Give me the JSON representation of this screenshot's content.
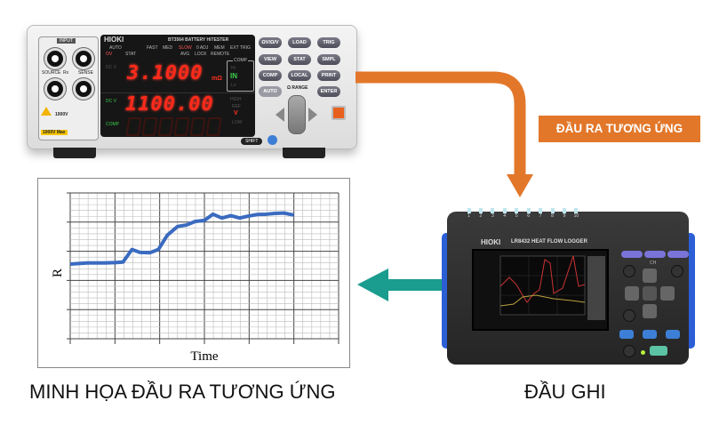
{
  "tester": {
    "brand": "HIOKI",
    "model": "BT3564 BATTERY HiTESTER",
    "input_label": "INPUT",
    "source_label": "SOURCE",
    "sense_label": "SENSE",
    "rx_label": "Rx",
    "h_label": "H",
    "l_label": "L",
    "max_label": "1000V Max",
    "voltage_label": "1000V",
    "indicators": [
      "AUTO",
      "FAST",
      "MED",
      "SLOW",
      "0 ADJ",
      "MEM",
      "EXT TRIG",
      "OV",
      "STAT",
      "AVG",
      "LOCK",
      "REMOTE"
    ],
    "primary_unit_label": "DC V",
    "primary_reading": "3.1000",
    "primary_unit": "mΩ",
    "secondary_unit_label": "DC V",
    "secondary_reading": "1100.00",
    "secondary_unit": "V",
    "comp_label": "COMP",
    "comp_hi": "Hi",
    "comp_in": "IN",
    "comp_lo": "Lo",
    "high_label": "HIGH",
    "ref_label": "REF",
    "low_label": "LOW",
    "keys": [
      "ΩV/Ω/V",
      "LOAD",
      "TRIG",
      "VIEW",
      "STAT",
      "SMPL",
      "COMP",
      "LOCAL",
      "PRINT",
      "AUTO",
      "ENTER"
    ],
    "range_label": "Ω RANGE",
    "shift_label": "SHIFT"
  },
  "logger": {
    "brand": "HIOKI",
    "model": "LR8432 HEAT FLOW LOGGER",
    "channels": [
      "1",
      "2",
      "3",
      "4",
      "5",
      "6",
      "7",
      "8",
      "9",
      "10"
    ],
    "ch_label": "CH"
  },
  "arrows": {
    "output_color": "#e2772a",
    "display_color": "#1a9c8e"
  },
  "tag": {
    "text": "ĐẦU RA TƯƠNG ỨNG",
    "color": "#e2772a"
  },
  "captions": {
    "chart": "MINH HỌA ĐẦU RA TƯƠNG ỨNG",
    "logger": "ĐẦU GHI"
  },
  "chart_data": {
    "type": "line",
    "xlabel": "Time",
    "ylabel": "R",
    "xlim": [
      0,
      6
    ],
    "ylim": [
      0,
      5
    ],
    "grid": true,
    "line_color": "#3a6bc0",
    "series": [
      {
        "x": [
          0,
          0.38,
          0.77,
          1.0,
          1.18,
          1.38,
          1.56,
          1.78,
          1.97,
          2.17,
          2.4,
          2.6,
          2.79,
          3.0,
          3.19,
          3.39,
          3.59,
          3.79,
          3.99,
          4.19,
          4.38,
          4.58,
          4.78,
          5.0
        ],
        "y": [
          2.56,
          2.6,
          2.6,
          2.61,
          2.63,
          3.06,
          2.96,
          2.95,
          3.06,
          3.55,
          3.85,
          3.9,
          4.02,
          4.06,
          4.27,
          4.14,
          4.22,
          4.14,
          4.21,
          4.26,
          4.27,
          4.3,
          4.31,
          4.24
        ]
      }
    ]
  }
}
